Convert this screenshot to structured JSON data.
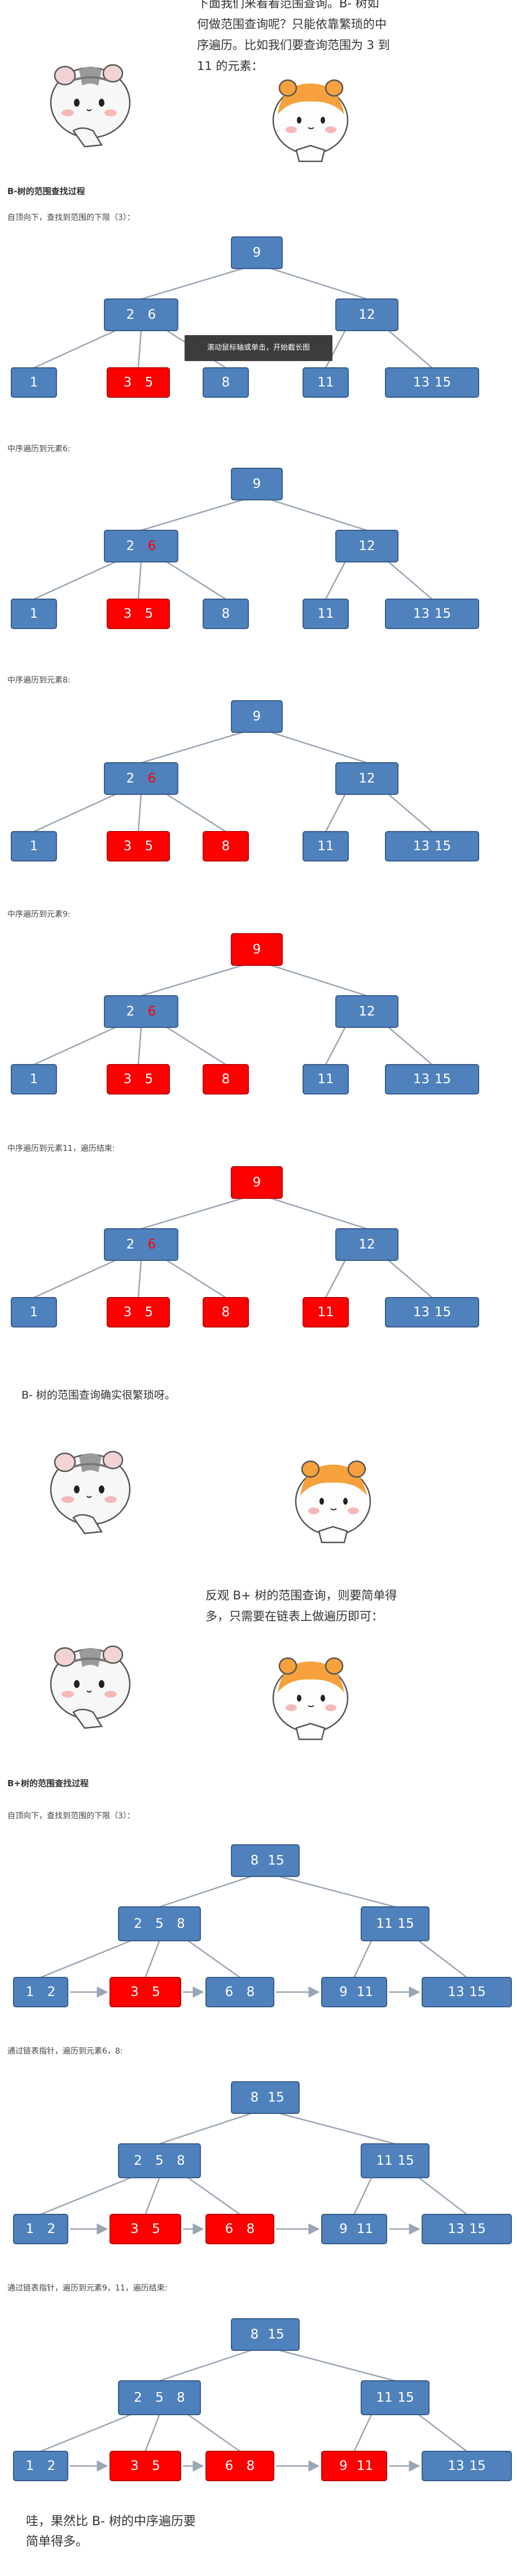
{
  "intro": {
    "lines": [
      "下面我们来看看范围查询。B- 树如",
      "何做范围查询呢？只能依靠繁琐的中",
      "序遍历。比如我们要查询范围为 3 到",
      "11 的元素："
    ]
  },
  "btree": {
    "title": "B-树的范围查找过程",
    "tooltip": "滚动鼠标轴或单击，开始截长图",
    "steps": [
      {
        "caption": "自顶向下，查找到范围的下限（3）：",
        "root": {
          "keys": [
            "9"
          ],
          "hot": false
        },
        "left": {
          "keys": [
            "2",
            "6"
          ],
          "hot": false,
          "red_key": false
        },
        "right": {
          "keys": [
            "12"
          ],
          "hot": false
        },
        "leaves": [
          {
            "keys": [
              "1"
            ],
            "hot": false
          },
          {
            "keys": [
              "3",
              "5"
            ],
            "hot": true
          },
          {
            "keys": [
              "8"
            ],
            "hot": false
          },
          {
            "keys": [
              "11"
            ],
            "hot": false
          },
          {
            "keys": [
              "13",
              "15"
            ],
            "hot": false
          }
        ]
      },
      {
        "caption": "中序遍历到元素6:",
        "root": {
          "keys": [
            "9"
          ],
          "hot": false
        },
        "left": {
          "keys": [
            "2",
            "6"
          ],
          "hot": false,
          "red_key": true
        },
        "right": {
          "keys": [
            "12"
          ],
          "hot": false
        },
        "leaves": [
          {
            "keys": [
              "1"
            ],
            "hot": false
          },
          {
            "keys": [
              "3",
              "5"
            ],
            "hot": true
          },
          {
            "keys": [
              "8"
            ],
            "hot": false
          },
          {
            "keys": [
              "11"
            ],
            "hot": false
          },
          {
            "keys": [
              "13",
              "15"
            ],
            "hot": false
          }
        ]
      },
      {
        "caption": "中序遍历到元素8:",
        "root": {
          "keys": [
            "9"
          ],
          "hot": false
        },
        "left": {
          "keys": [
            "2",
            "6"
          ],
          "hot": false,
          "red_key": true
        },
        "right": {
          "keys": [
            "12"
          ],
          "hot": false
        },
        "leaves": [
          {
            "keys": [
              "1"
            ],
            "hot": false
          },
          {
            "keys": [
              "3",
              "5"
            ],
            "hot": true
          },
          {
            "keys": [
              "8"
            ],
            "hot": true
          },
          {
            "keys": [
              "11"
            ],
            "hot": false
          },
          {
            "keys": [
              "13",
              "15"
            ],
            "hot": false
          }
        ]
      },
      {
        "caption": "中序遍历到元素9:",
        "root": {
          "keys": [
            "9"
          ],
          "hot": true
        },
        "left": {
          "keys": [
            "2",
            "6"
          ],
          "hot": false,
          "red_key": true
        },
        "right": {
          "keys": [
            "12"
          ],
          "hot": false
        },
        "leaves": [
          {
            "keys": [
              "1"
            ],
            "hot": false
          },
          {
            "keys": [
              "3",
              "5"
            ],
            "hot": true
          },
          {
            "keys": [
              "8"
            ],
            "hot": true
          },
          {
            "keys": [
              "11"
            ],
            "hot": false
          },
          {
            "keys": [
              "13",
              "15"
            ],
            "hot": false
          }
        ]
      },
      {
        "caption": "中序遍历到元素11，遍历结束:",
        "root": {
          "keys": [
            "9"
          ],
          "hot": true
        },
        "left": {
          "keys": [
            "2",
            "6"
          ],
          "hot": false,
          "red_key": true
        },
        "right": {
          "keys": [
            "12"
          ],
          "hot": false
        },
        "leaves": [
          {
            "keys": [
              "1"
            ],
            "hot": false
          },
          {
            "keys": [
              "3",
              "5"
            ],
            "hot": true
          },
          {
            "keys": [
              "8"
            ],
            "hot": true
          },
          {
            "keys": [
              "11"
            ],
            "hot": true
          },
          {
            "keys": [
              "13",
              "15"
            ],
            "hot": false
          }
        ]
      }
    ],
    "comment": "B- 树的范围查询确实很繁琐呀。"
  },
  "middle": {
    "lines": [
      "反观 B+ 树的范围查询，则要简单得",
      "多，只需要在链表上做遍历即可："
    ]
  },
  "bplus": {
    "title": "B+树的范围查找过程",
    "steps": [
      {
        "caption": "自顶向下，查找到范围的下限（3）：",
        "root": {
          "keys": [
            "8",
            "15"
          ],
          "hot": false
        },
        "left": {
          "keys": [
            "2",
            "5",
            "8"
          ],
          "hot": false
        },
        "right": {
          "keys": [
            "11",
            "15"
          ],
          "hot": false
        },
        "leaves": [
          {
            "keys": [
              "1",
              "2"
            ],
            "hot": false
          },
          {
            "keys": [
              "3",
              "5"
            ],
            "hot": true
          },
          {
            "keys": [
              "6",
              "8"
            ],
            "hot": false
          },
          {
            "keys": [
              "9",
              "11"
            ],
            "hot": false
          },
          {
            "keys": [
              "13",
              "15"
            ],
            "hot": false
          }
        ]
      },
      {
        "caption": "通过链表指针，遍历到元素6，8:",
        "root": {
          "keys": [
            "8",
            "15"
          ],
          "hot": false
        },
        "left": {
          "keys": [
            "2",
            "5",
            "8"
          ],
          "hot": false
        },
        "right": {
          "keys": [
            "11",
            "15"
          ],
          "hot": false
        },
        "leaves": [
          {
            "keys": [
              "1",
              "2"
            ],
            "hot": false
          },
          {
            "keys": [
              "3",
              "5"
            ],
            "hot": true
          },
          {
            "keys": [
              "6",
              "8"
            ],
            "hot": true
          },
          {
            "keys": [
              "9",
              "11"
            ],
            "hot": false
          },
          {
            "keys": [
              "13",
              "15"
            ],
            "hot": false
          }
        ]
      },
      {
        "caption": "通过链表指针，遍历到元素9，11，遍历结束:",
        "root": {
          "keys": [
            "8",
            "15"
          ],
          "hot": false
        },
        "left": {
          "keys": [
            "2",
            "5",
            "8"
          ],
          "hot": false
        },
        "right": {
          "keys": [
            "11",
            "15"
          ],
          "hot": false
        },
        "leaves": [
          {
            "keys": [
              "1",
              "2"
            ],
            "hot": false
          },
          {
            "keys": [
              "3",
              "5"
            ],
            "hot": true
          },
          {
            "keys": [
              "6",
              "8"
            ],
            "hot": true
          },
          {
            "keys": [
              "9",
              "11"
            ],
            "hot": true
          },
          {
            "keys": [
              "13",
              "15"
            ],
            "hot": false
          }
        ]
      }
    ],
    "comment_lines": [
      "哇，果然比 B- 树的中序遍历要",
      "简单得多。"
    ]
  },
  "colors": {
    "node": "#4f81bd",
    "hot": "#ff0000",
    "edge": "#9aa6b6"
  }
}
